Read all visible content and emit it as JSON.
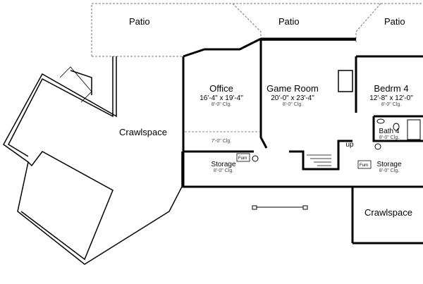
{
  "rooms": {
    "patio_left": {
      "name": "Patio"
    },
    "patio_center": {
      "name": "Patio"
    },
    "patio_right": {
      "name": "Patio"
    },
    "office": {
      "name": "Office",
      "size": "16'-4\" x 19'-4\"",
      "ceiling": "8'-0\" Clg.",
      "ceiling_low": "7'-0\" Clg."
    },
    "game_room": {
      "name": "Game Room",
      "size": "20'-0\" x 23'-4\"",
      "ceiling": "8'-0\" Clg."
    },
    "bedroom4": {
      "name": "Bedrm 4",
      "size": "12'-8\" x 12'-0\"",
      "ceiling": "8'-0\" Clg."
    },
    "bath4": {
      "name": "Bath 4",
      "ceiling": "8'-0\" Clg."
    },
    "crawlspace_left": {
      "name": "Crawlspace"
    },
    "crawlspace_right": {
      "name": "Crawlspace"
    },
    "storage_left": {
      "name": "Storage",
      "ceiling": "8'-0\" Clg.",
      "furnace": "Furn"
    },
    "storage_right": {
      "name": "Storage",
      "ceiling": "8'-0\" Clg.",
      "furnace": "Furn"
    }
  },
  "stairs": {
    "label": "up"
  }
}
